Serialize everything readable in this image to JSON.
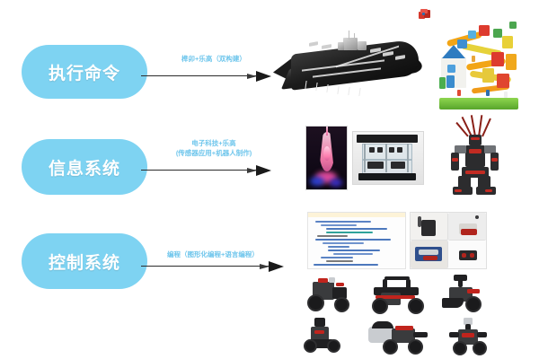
{
  "slide": {
    "background_color": "#ffffff",
    "pill_color": "#7ed3f2",
    "caption_color": "#6fc6ec",
    "arrow_color": "#1a1a1a"
  },
  "rows": [
    {
      "node_label": "执行命令",
      "caption_lines": [
        "榫卯+乐高（双构建）"
      ],
      "images": [
        {
          "name": "aircraft-carrier-model",
          "alt": "黑色航空母舰积木模型"
        },
        {
          "name": "lego-marble-run-house",
          "alt": "彩色乐高滚珠轨道房屋"
        },
        {
          "name": "small-red-cube",
          "alt": "红色小方块"
        }
      ]
    },
    {
      "node_label": "信息系统",
      "caption_lines": [
        "电子科技+乐高",
        "(传感器应用+机器人制作)"
      ],
      "images": [
        {
          "name": "canton-tower-led-model",
          "alt": "发光小蛮腰塔模型"
        },
        {
          "name": "acrylic-smart-home-model",
          "alt": "透明亚克力智能家居模型"
        },
        {
          "name": "red-black-humanoid-robot",
          "alt": "红黑色人形机器人"
        }
      ]
    },
    {
      "node_label": "控制系统",
      "caption_lines": [
        "编程（图形化编程+语言编程）"
      ],
      "images": [
        {
          "name": "code-editor-screenshot",
          "alt": "程序代码截图"
        },
        {
          "name": "robot-photo-grid",
          "alt": "机器人照片四宫格"
        },
        {
          "name": "ev3-robot-gallery",
          "alt": "乐高EV3机器人作品集"
        }
      ]
    }
  ]
}
